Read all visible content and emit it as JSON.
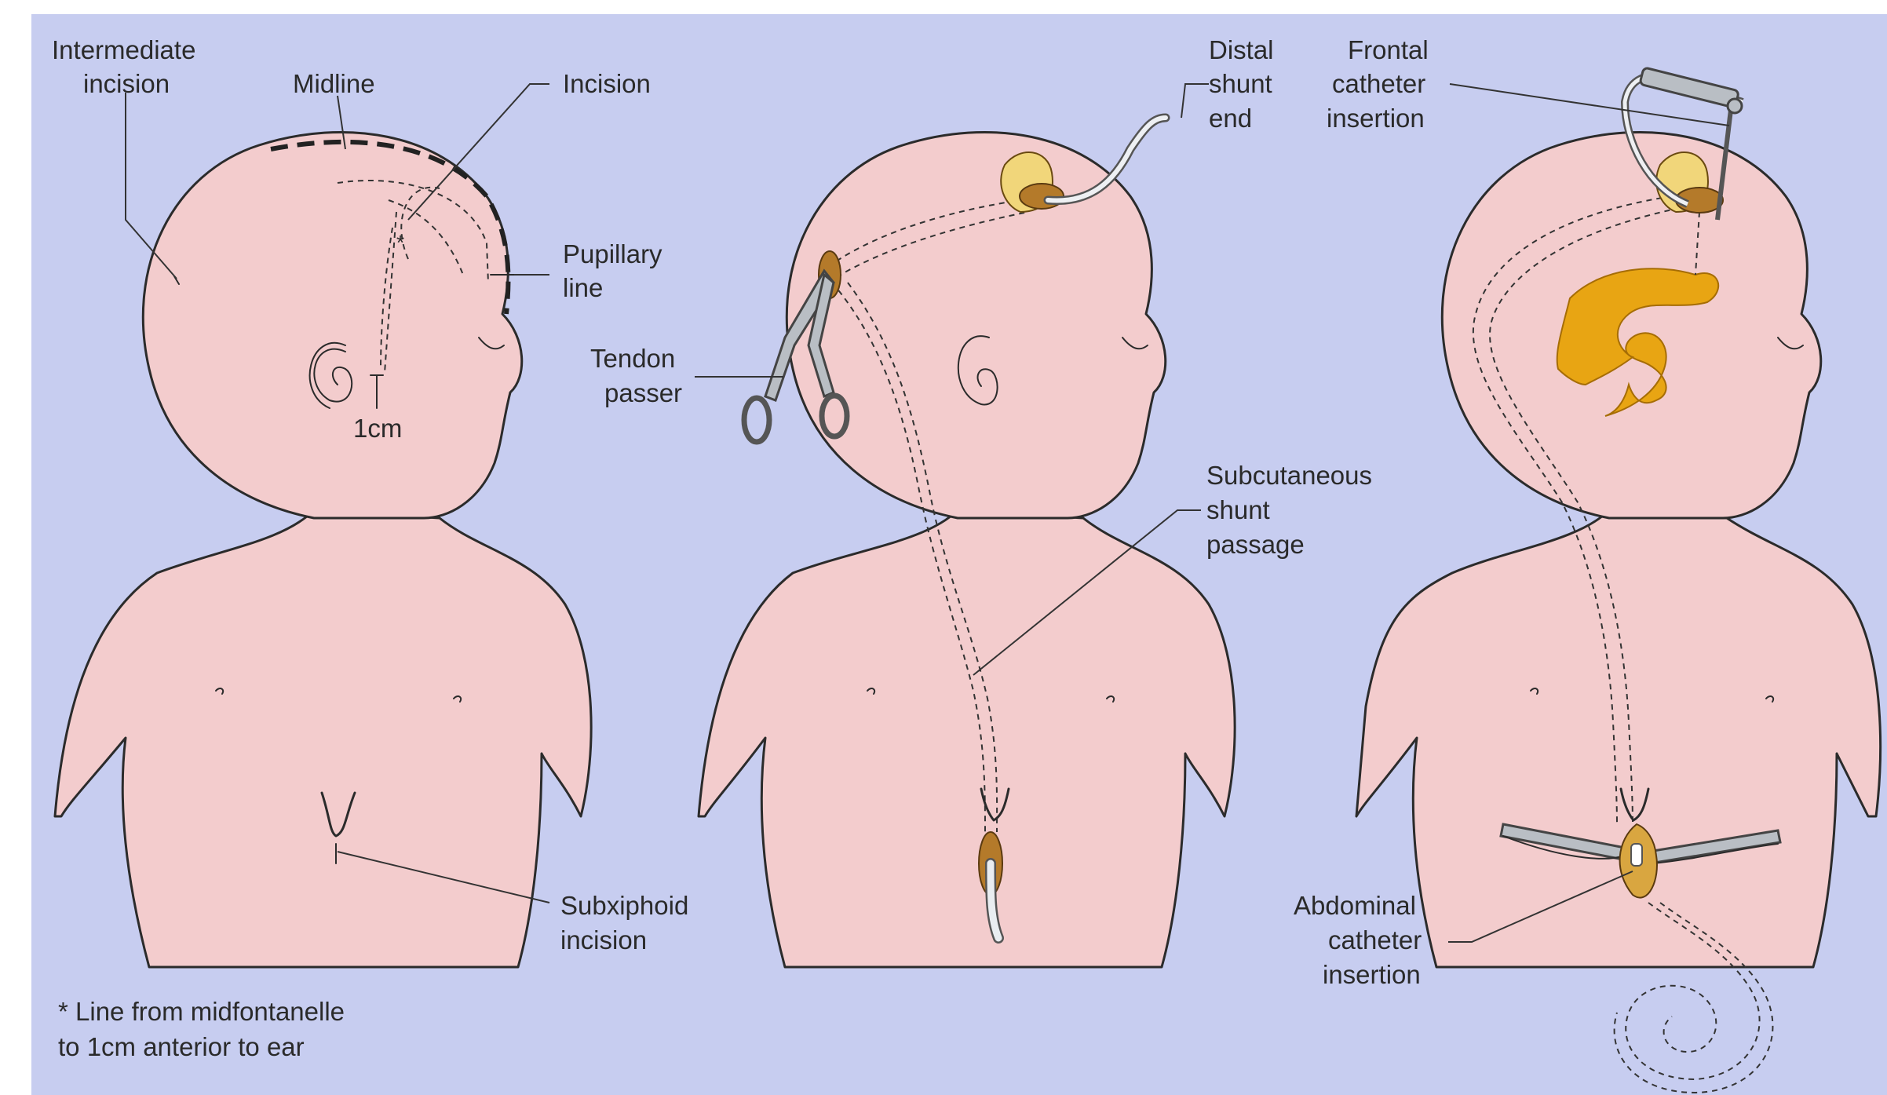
{
  "colors": {
    "background": "#c7cdf0",
    "skin": "#f3cccd",
    "outline": "#2b2b2b",
    "ventricle": "#e8a513",
    "instrument": "#b9bec4"
  },
  "panel1": {
    "intermediate_incision": [
      "Intermediate",
      "incision"
    ],
    "midline": "Midline",
    "incision": "Incision",
    "pupillary_line": [
      "Pupillary",
      "line"
    ],
    "star": "*",
    "one_cm": "1cm",
    "subxiphoid_incision": [
      "Subxiphoid",
      "incision"
    ],
    "footnote": [
      "* Line from midfontanelle",
      "to 1cm anterior to ear"
    ]
  },
  "panel2": {
    "distal_shunt_end": [
      "Distal",
      "shunt",
      "end"
    ],
    "tendon_passer": [
      "Tendon",
      "passer"
    ],
    "subcutaneous_shunt_passage": [
      "Subcutaneous",
      "shunt",
      "passage"
    ]
  },
  "panel3": {
    "frontal_catheter_insertion": [
      "Frontal",
      "catheter",
      "insertion"
    ],
    "abdominal_catheter_insertion": [
      "Abdominal",
      "catheter",
      "insertion"
    ]
  }
}
